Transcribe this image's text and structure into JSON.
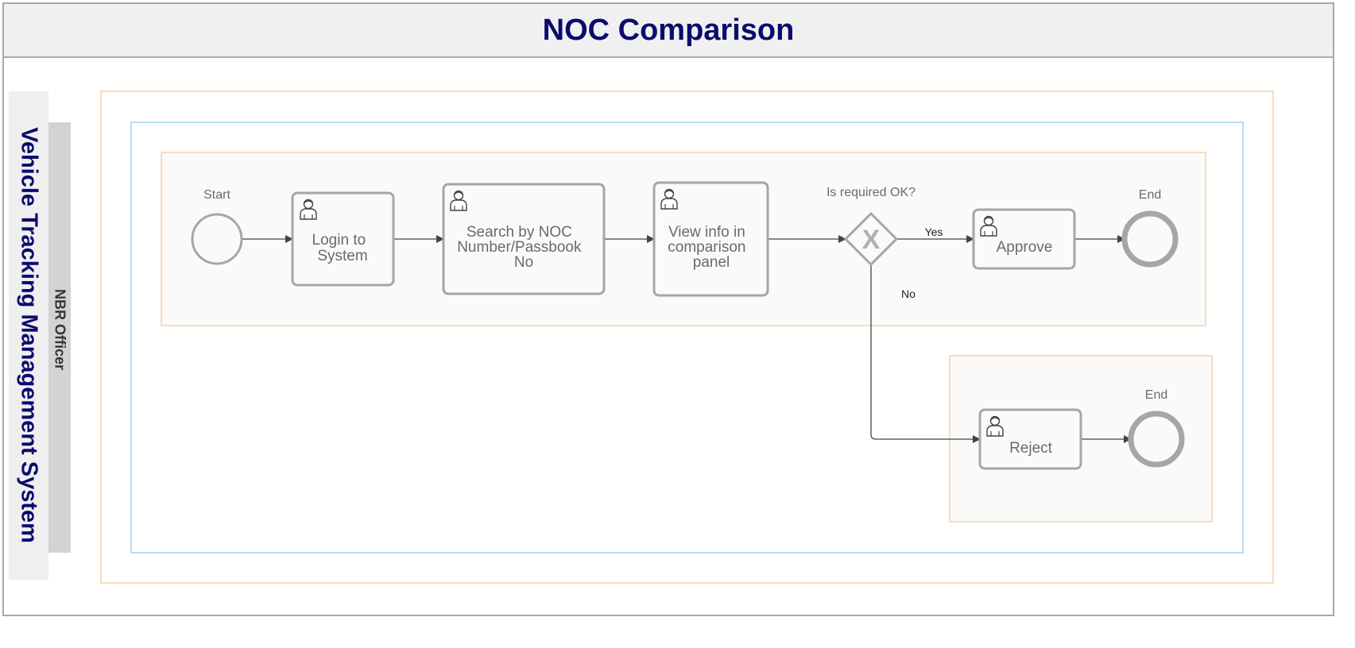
{
  "title": "NOC Comparison",
  "pool": {
    "label": "Vehicle Tracking Management System"
  },
  "lane": {
    "label": "NBR Officer"
  },
  "events": {
    "start": "Start",
    "end_approve": "End",
    "end_reject": "End"
  },
  "tasks": {
    "login": [
      "Login to",
      "System"
    ],
    "search": [
      "Search by NOC",
      "Number/Passbook",
      "No"
    ],
    "view": [
      "View info in",
      "comparison",
      "panel"
    ],
    "approve": [
      "Approve"
    ],
    "reject": [
      "Reject"
    ]
  },
  "gateway": {
    "label": "Is required OK?",
    "symbol": "X"
  },
  "flows": {
    "yes": "Yes",
    "no": "No"
  },
  "colors": {
    "title_text": "#0b0b6e",
    "container_orange": "#f8cfa6",
    "container_blue": "#9fd0ea",
    "shape_stroke": "#a6a6a6",
    "arrow": "#444444"
  },
  "icons": {
    "task_icon": "user-icon"
  }
}
